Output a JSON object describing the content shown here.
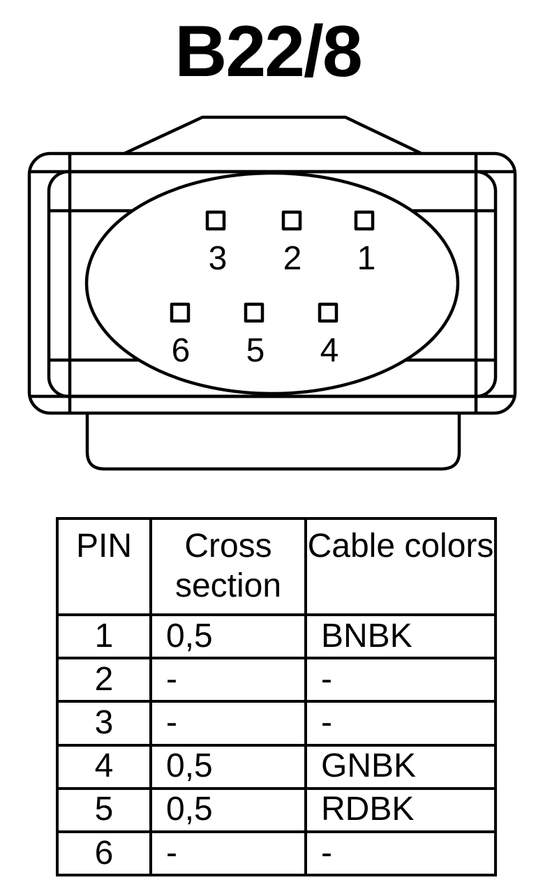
{
  "title": "B22/8",
  "connector": {
    "pins_top": [
      "3",
      "2",
      "1"
    ],
    "pins_bottom": [
      "6",
      "5",
      "4"
    ]
  },
  "table": {
    "headers": [
      "PIN",
      "Cross section",
      "Cable colors"
    ],
    "rows": [
      [
        "1",
        "0,5",
        "BNBK"
      ],
      [
        "2",
        "-",
        "-"
      ],
      [
        "3",
        "-",
        "-"
      ],
      [
        "4",
        "0,5",
        "GNBK"
      ],
      [
        "5",
        "0,5",
        "RDBK"
      ],
      [
        "6",
        "-",
        "-"
      ]
    ]
  }
}
